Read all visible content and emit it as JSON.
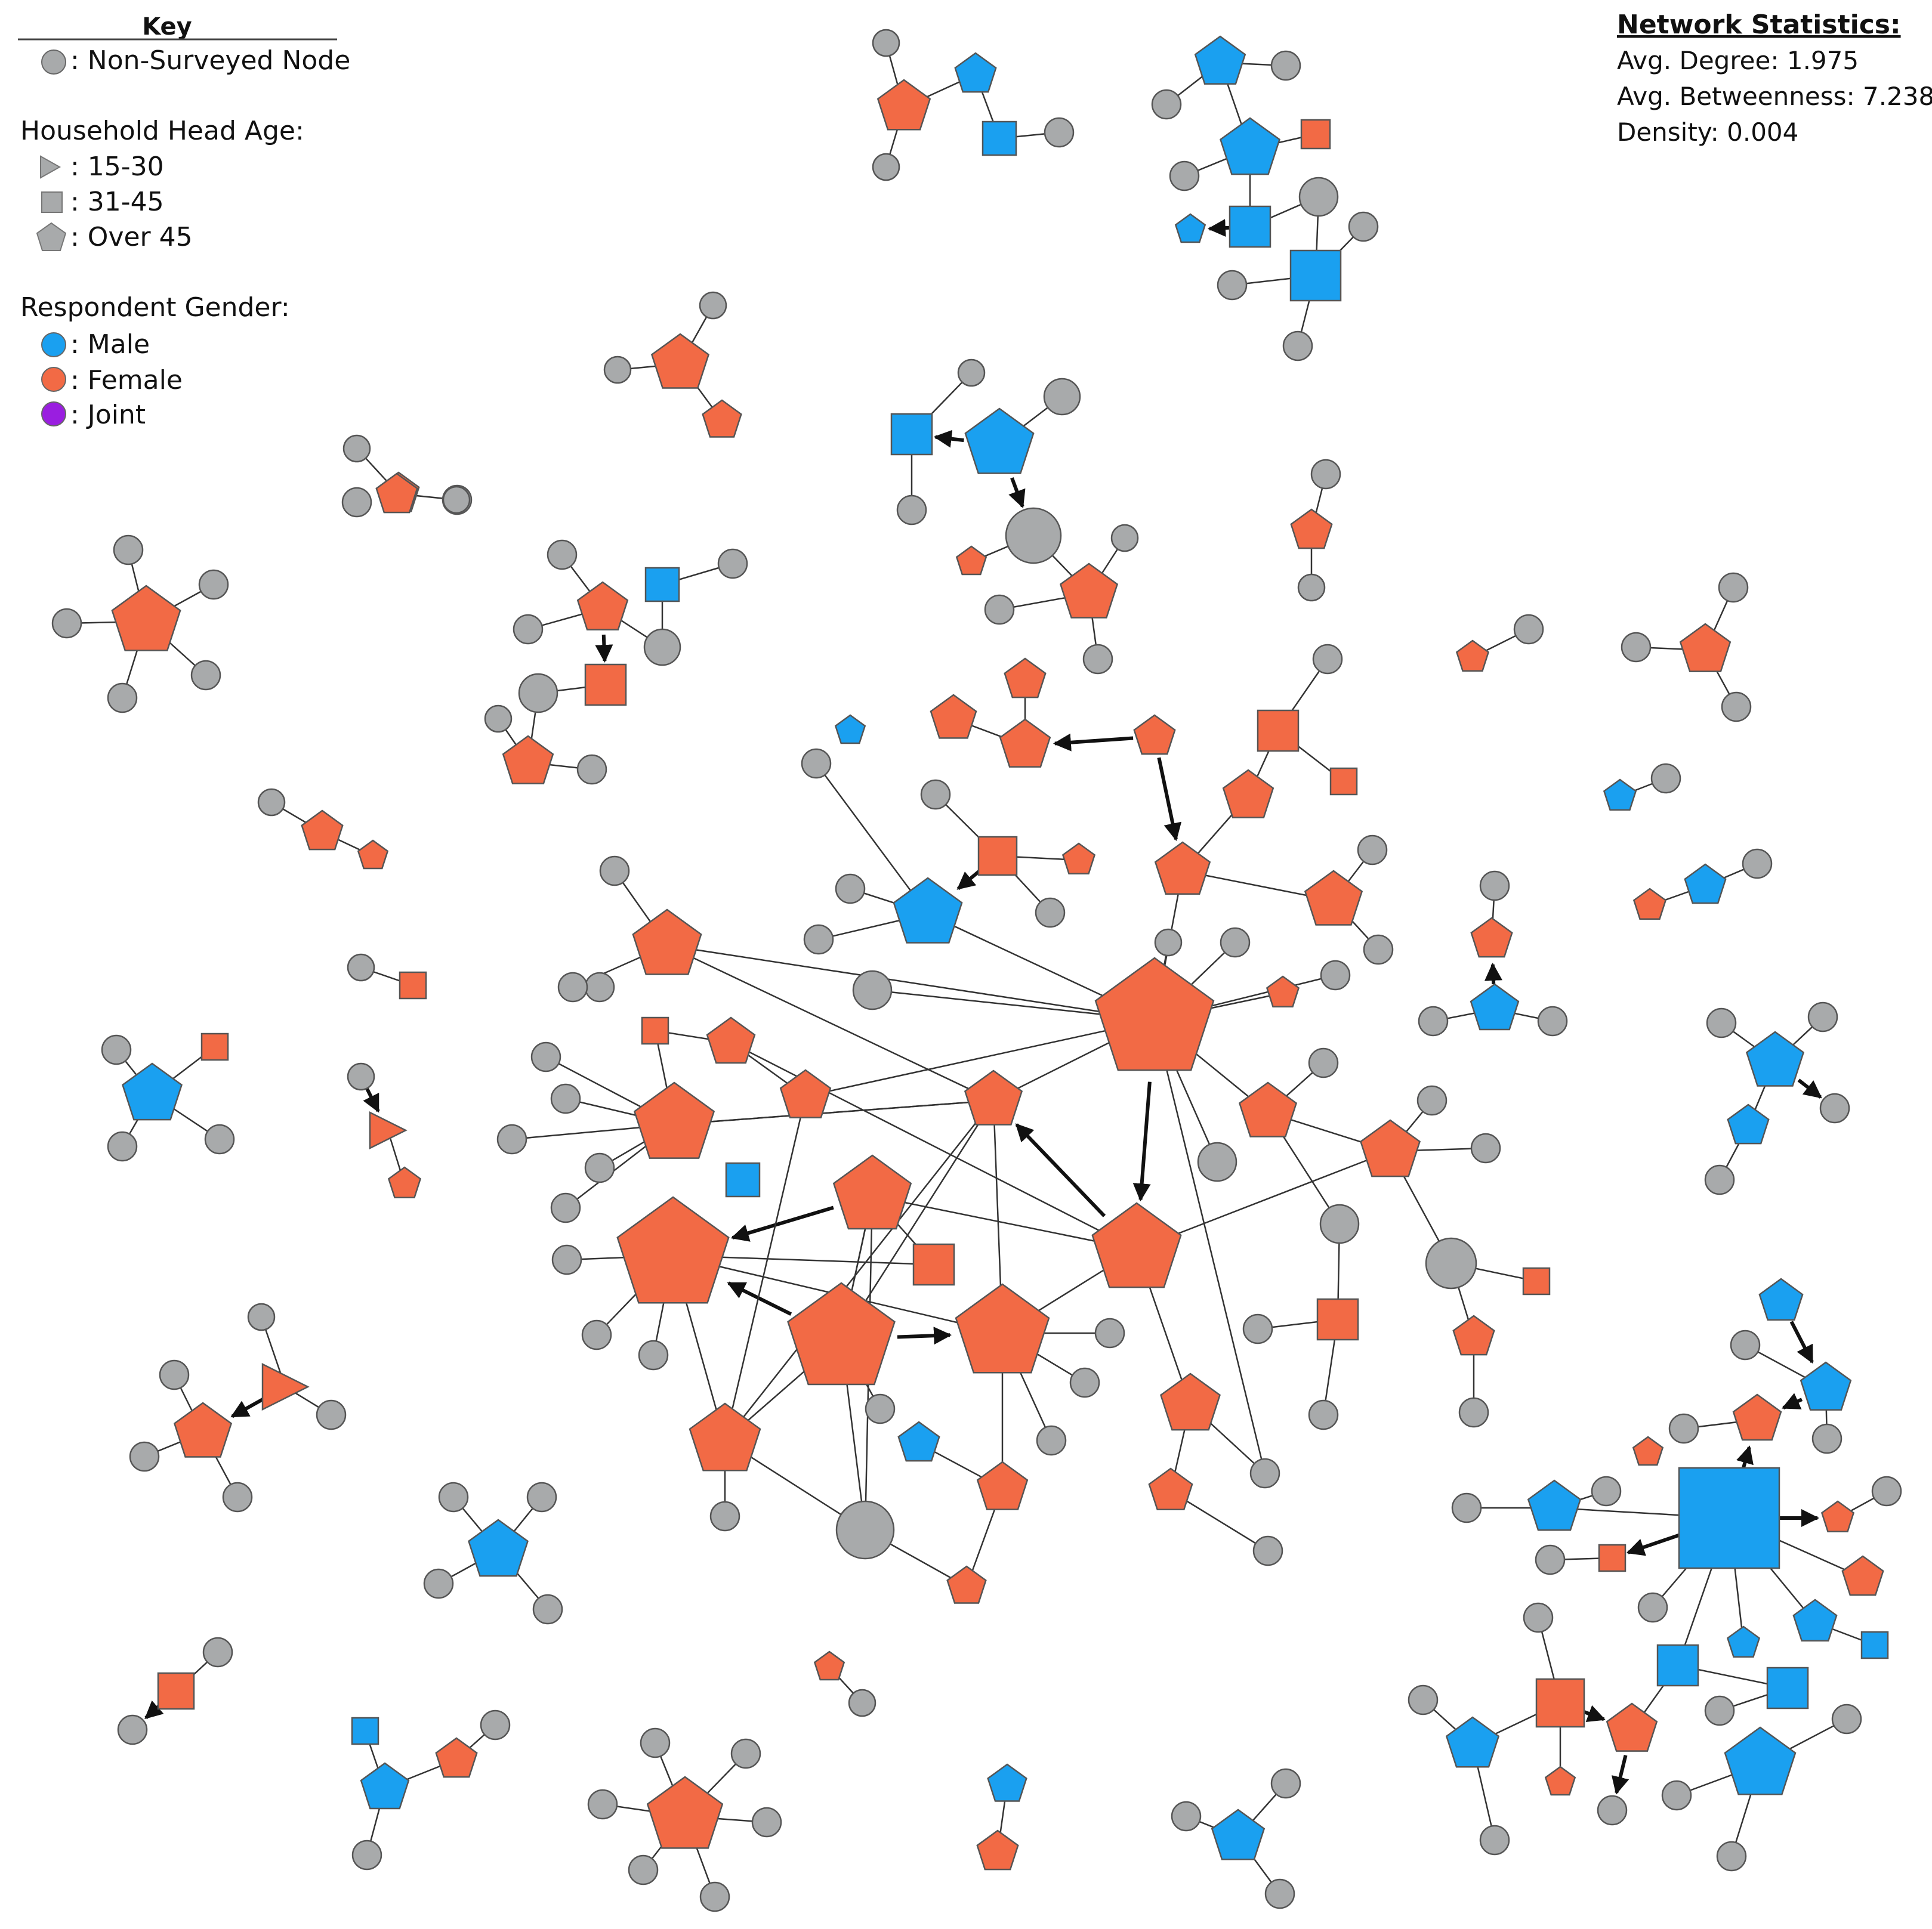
{
  "legend": {
    "title": "Key",
    "non_surveyed_label": ": Non-Surveyed Node",
    "age_heading": "Household Head Age:",
    "age_items": [
      {
        "shape": "triangle",
        "label": ": 15-30"
      },
      {
        "shape": "square",
        "label": ": 31-45"
      },
      {
        "shape": "pentagon",
        "label": ": Over 45"
      }
    ],
    "gender_heading": "Respondent Gender:",
    "gender_items": [
      {
        "label": ": Male",
        "color": "#1aa0f0"
      },
      {
        "label": ": Female",
        "color": "#f26a45"
      },
      {
        "label": ": Joint",
        "color": "#9a1ee0"
      }
    ]
  },
  "stats": {
    "title": "Network Statistics:",
    "avg_degree": "Avg. Degree: 1.975",
    "avg_betweenness": "Avg. Betweenness: 7.238",
    "density": "Density: 0.004"
  },
  "colors": {
    "male": "#1aa0f0",
    "female": "#f26a45",
    "joint": "#9a1ee0",
    "non_surveyed": "#a8aaab",
    "edge": "#333333",
    "stroke": "#555555"
  }
}
